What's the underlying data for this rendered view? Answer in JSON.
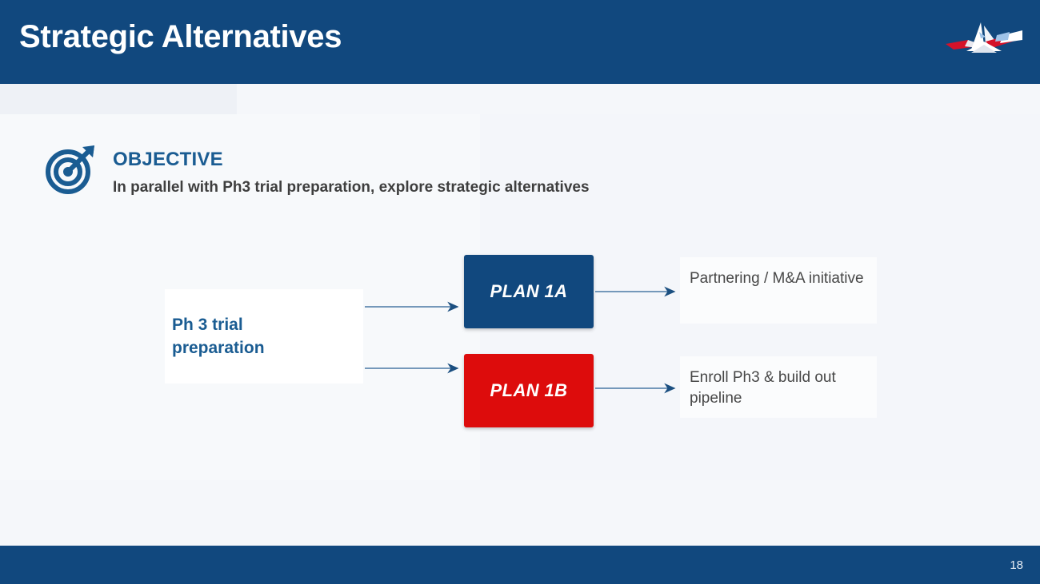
{
  "slide": {
    "page_number": "18",
    "colors": {
      "brand_blue": "#11487e",
      "accent_blue": "#1a5c92",
      "plan_b_red": "#dd0c0c",
      "background": "#f5f7fa",
      "body_text": "#474747"
    }
  },
  "header": {
    "title": "Strategic Alternatives",
    "logo_name": "company-logo"
  },
  "objective": {
    "icon_name": "target-bullseye-icon",
    "title": "OBJECTIVE",
    "subtitle": "In parallel with Ph3 trial preparation, explore strategic alternatives"
  },
  "diagram": {
    "source": {
      "label": "Ph 3 trial preparation"
    },
    "branches": [
      {
        "plan_label": "PLAN 1A",
        "plan_color": "#11487e",
        "outcome_label": "Partnering / M&A initiative"
      },
      {
        "plan_label": "PLAN 1B",
        "plan_color": "#dd0c0c",
        "outcome_label": "Enroll Ph3 & build out pipeline"
      }
    ],
    "connector_color": "#2f6798"
  }
}
